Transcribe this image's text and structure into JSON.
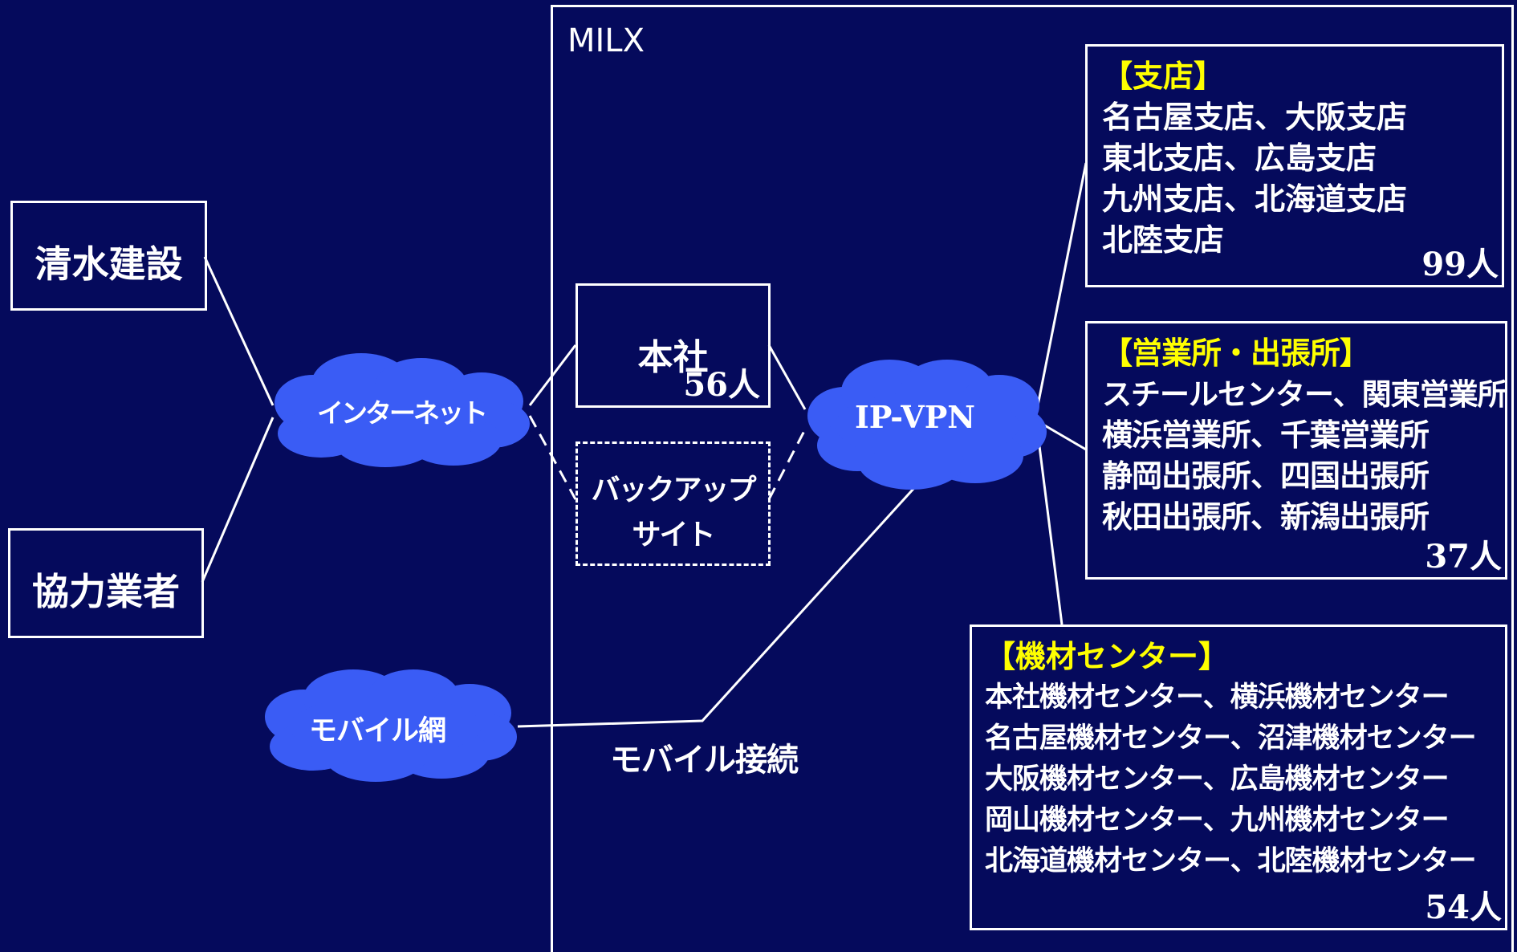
{
  "milx": {
    "label": "MILX"
  },
  "external": {
    "shimizu": "清水建設",
    "partners": "協力業者"
  },
  "clouds": {
    "internet": "インターネット",
    "mobile": "モバイル網",
    "ipvpn": "IP-VPN"
  },
  "headquarters": {
    "label": "本社",
    "count": "56人"
  },
  "backup": {
    "line1": "バックアップ",
    "line2": "サイト"
  },
  "mobile_link": "モバイル接続",
  "branches": {
    "heading": "【支店】",
    "items": [
      "名古屋支店、大阪支店",
      "東北支店、広島支店",
      "九州支店、北海道支店",
      "北陸支店"
    ],
    "count": "99人"
  },
  "sales_offices": {
    "heading": "【営業所・出張所】",
    "items": [
      "スチールセンター、関東営業所",
      "横浜営業所、千葉営業所",
      "静岡出張所、四国出張所",
      "秋田出張所、新潟出張所"
    ],
    "count": "37人"
  },
  "equipment_centers": {
    "heading": "【機材センター】",
    "items": [
      "本社機材センター、横浜機材センター",
      "名古屋機材センター、沼津機材センター",
      "大阪機材センター、広島機材センター",
      "岡山機材センター、九州機材センター",
      "北海道機材センター、北陸機材センター"
    ],
    "count": "54人"
  },
  "colors": {
    "background": "#050a5c",
    "cloud": "#3a5cf5",
    "heading": "#ffff00",
    "line": "#ffffff"
  }
}
